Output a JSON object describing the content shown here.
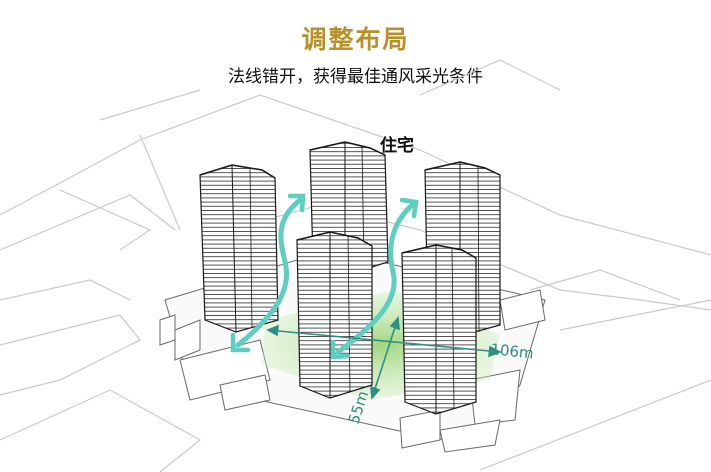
{
  "header": {
    "title": "调整布局",
    "subtitle": "法线错开，获得最佳通风采光条件"
  },
  "labels": {
    "residential": "住宅",
    "dimension_width": "106m",
    "dimension_depth": "55m"
  },
  "colors": {
    "title": "#b8912a",
    "arrow": "#5ccfc0",
    "dimension_line": "#2f8f82",
    "green_space": "#9fd67a",
    "site_lines": "#c9ccc6",
    "building_line": "#1a1a1a"
  },
  "icons": {
    "ventilation_arrow": "double-headed-curved-arrow",
    "dimension_arrow": "double-headed-straight-arrow"
  }
}
